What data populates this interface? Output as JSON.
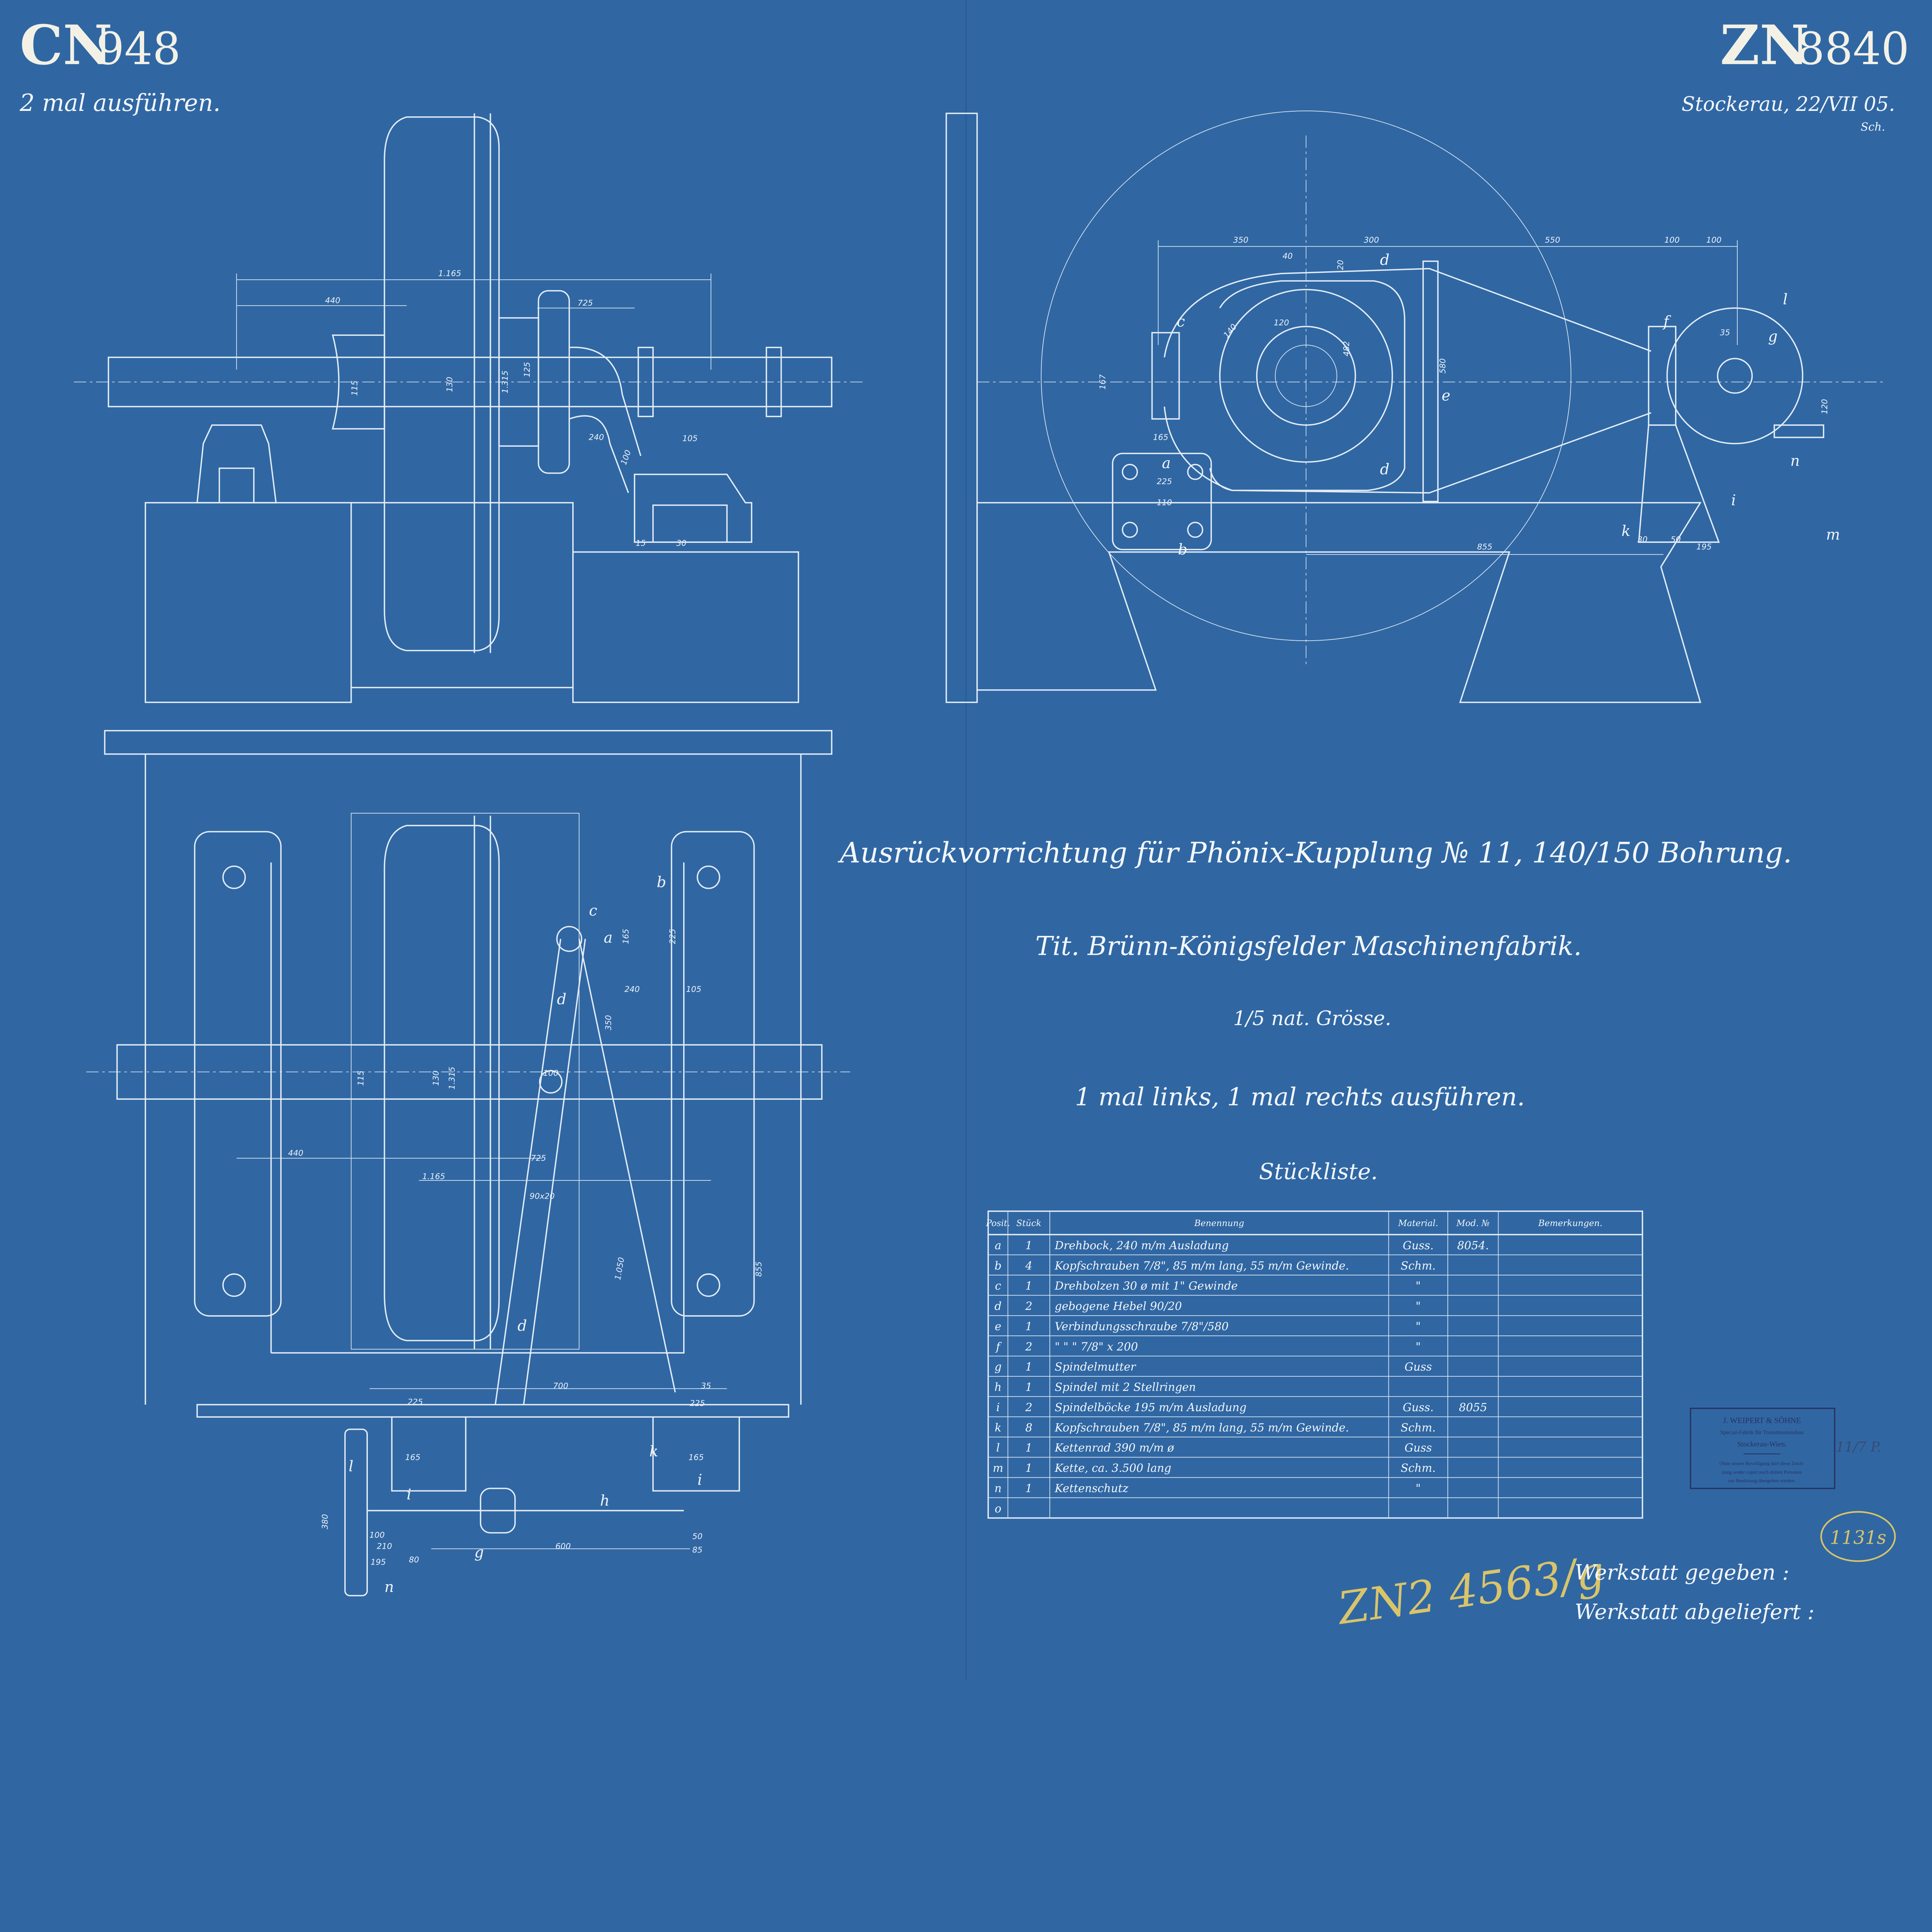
{
  "header_left": {
    "series": "CN",
    "number": "948",
    "note": "2 mal ausführen."
  },
  "header_right": {
    "series": "ZN",
    "number": "8840",
    "place_date": "Stockerau, 22/VII 05.",
    "initials": "Sch."
  },
  "title_block": {
    "title": "Ausrückvorrichtung für Phönix-Kupplung № 11, 140/150 Bohrung.",
    "client": "Tit. Brünn-Königsfelder Maschinenfabrik.",
    "scale": "1/5 nat. Grösse.",
    "instruction": "1 mal links, 1 mal rechts ausführen.",
    "parts_list_heading": "Stückliste."
  },
  "parts_table": {
    "columns": [
      "Posit.",
      "Stück",
      "Benennung",
      "Material.",
      "Mod. №",
      "Bemerkungen."
    ],
    "rows": [
      [
        "a",
        "1",
        "Drehbock, 240 m/m Ausladung",
        "Guss.",
        "8054.",
        ""
      ],
      [
        "b",
        "4",
        "Kopfschrauben 7/8\", 85 m/m lang, 55 m/m Gewinde.",
        "Schm.",
        "",
        ""
      ],
      [
        "c",
        "1",
        "Drehbolzen 30 ø mit 1\" Gewinde",
        "\"",
        "",
        ""
      ],
      [
        "d",
        "2",
        "gebogene Hebel 90/20",
        "\"",
        "",
        ""
      ],
      [
        "e",
        "1",
        "Verbindungsschraube 7/8\"/580",
        "\"",
        "",
        ""
      ],
      [
        "f",
        "2",
        "\"   \"   \"   7/8\" x 200",
        "\"",
        "",
        ""
      ],
      [
        "g",
        "1",
        "Spindelmutter",
        "Guss",
        "",
        ""
      ],
      [
        "h",
        "1",
        "Spindel mit 2 Stellringen",
        "",
        "",
        ""
      ],
      [
        "i",
        "2",
        "Spindelböcke 195 m/m Ausladung",
        "Guss.",
        "8055",
        ""
      ],
      [
        "k",
        "8",
        "Kopfschrauben 7/8\", 85 m/m lang, 55 m/m Gewinde.",
        "Schm.",
        "",
        ""
      ],
      [
        "l",
        "1",
        "Kettenrad 390 m/m ø",
        "Guss",
        "",
        ""
      ],
      [
        "m",
        "1",
        "Kette, ca. 3.500 lang",
        "Schm.",
        "",
        ""
      ],
      [
        "n",
        "1",
        "Kettenschutz",
        "\"",
        "",
        ""
      ],
      [
        "o",
        "",
        "",
        "",
        "",
        ""
      ]
    ]
  },
  "workshop": {
    "given": "Werkstatt gegeben :",
    "delivered": "Werkstatt abgeliefert :"
  },
  "signature": "ZN2 4563/g",
  "archive_number": "1131s",
  "company_stamp": {
    "name": "J. WEIPERT & SÖHNE",
    "line1": "Special-Fabrik für Transmissionsbau",
    "line2": "Stockerau-Wien.",
    "notice": [
      "Ohne unsere Bewilligung darf diese Zeich-",
      "nung weder copirt noch dritten Personen",
      "zur Benützung übergeben werden."
    ],
    "pencil_mark": "11/7 P."
  },
  "dimensions": {
    "side_view": [
      "1.165",
      "440",
      "725",
      "115",
      "130",
      "1.315",
      "125",
      "240",
      "105",
      "100",
      "15",
      "30"
    ],
    "front_view": [
      "350",
      "300",
      "550",
      "100",
      "100",
      "40",
      "20",
      "140",
      "120",
      "482",
      "580",
      "855",
      "195",
      "30",
      "50",
      "120",
      "110",
      "225",
      "165",
      "35",
      "167"
    ],
    "plan_view": [
      "440",
      "1.165",
      "725",
      "115",
      "130",
      "1.315",
      "90x20",
      "1.050",
      "855",
      "700",
      "225",
      "225",
      "35",
      "165",
      "165",
      "600",
      "240",
      "105",
      "350",
      "165",
      "225",
      "100",
      "380",
      "210",
      "195",
      "100",
      "80",
      "50",
      "85"
    ]
  },
  "part_labels": {
    "front_view": [
      "d",
      "c",
      "e",
      "a",
      "b",
      "d",
      "f",
      "g",
      "l",
      "n",
      "i",
      "k",
      "m"
    ],
    "plan_view": [
      "b",
      "c",
      "a",
      "d",
      "d",
      "l",
      "i",
      "h",
      "k",
      "i",
      "g",
      "n"
    ]
  },
  "colors": {
    "paper": "#3067a3",
    "line": "#e3ecf7",
    "pencil": "#d9c46a",
    "stamp_ink": "#2a2f5e"
  }
}
